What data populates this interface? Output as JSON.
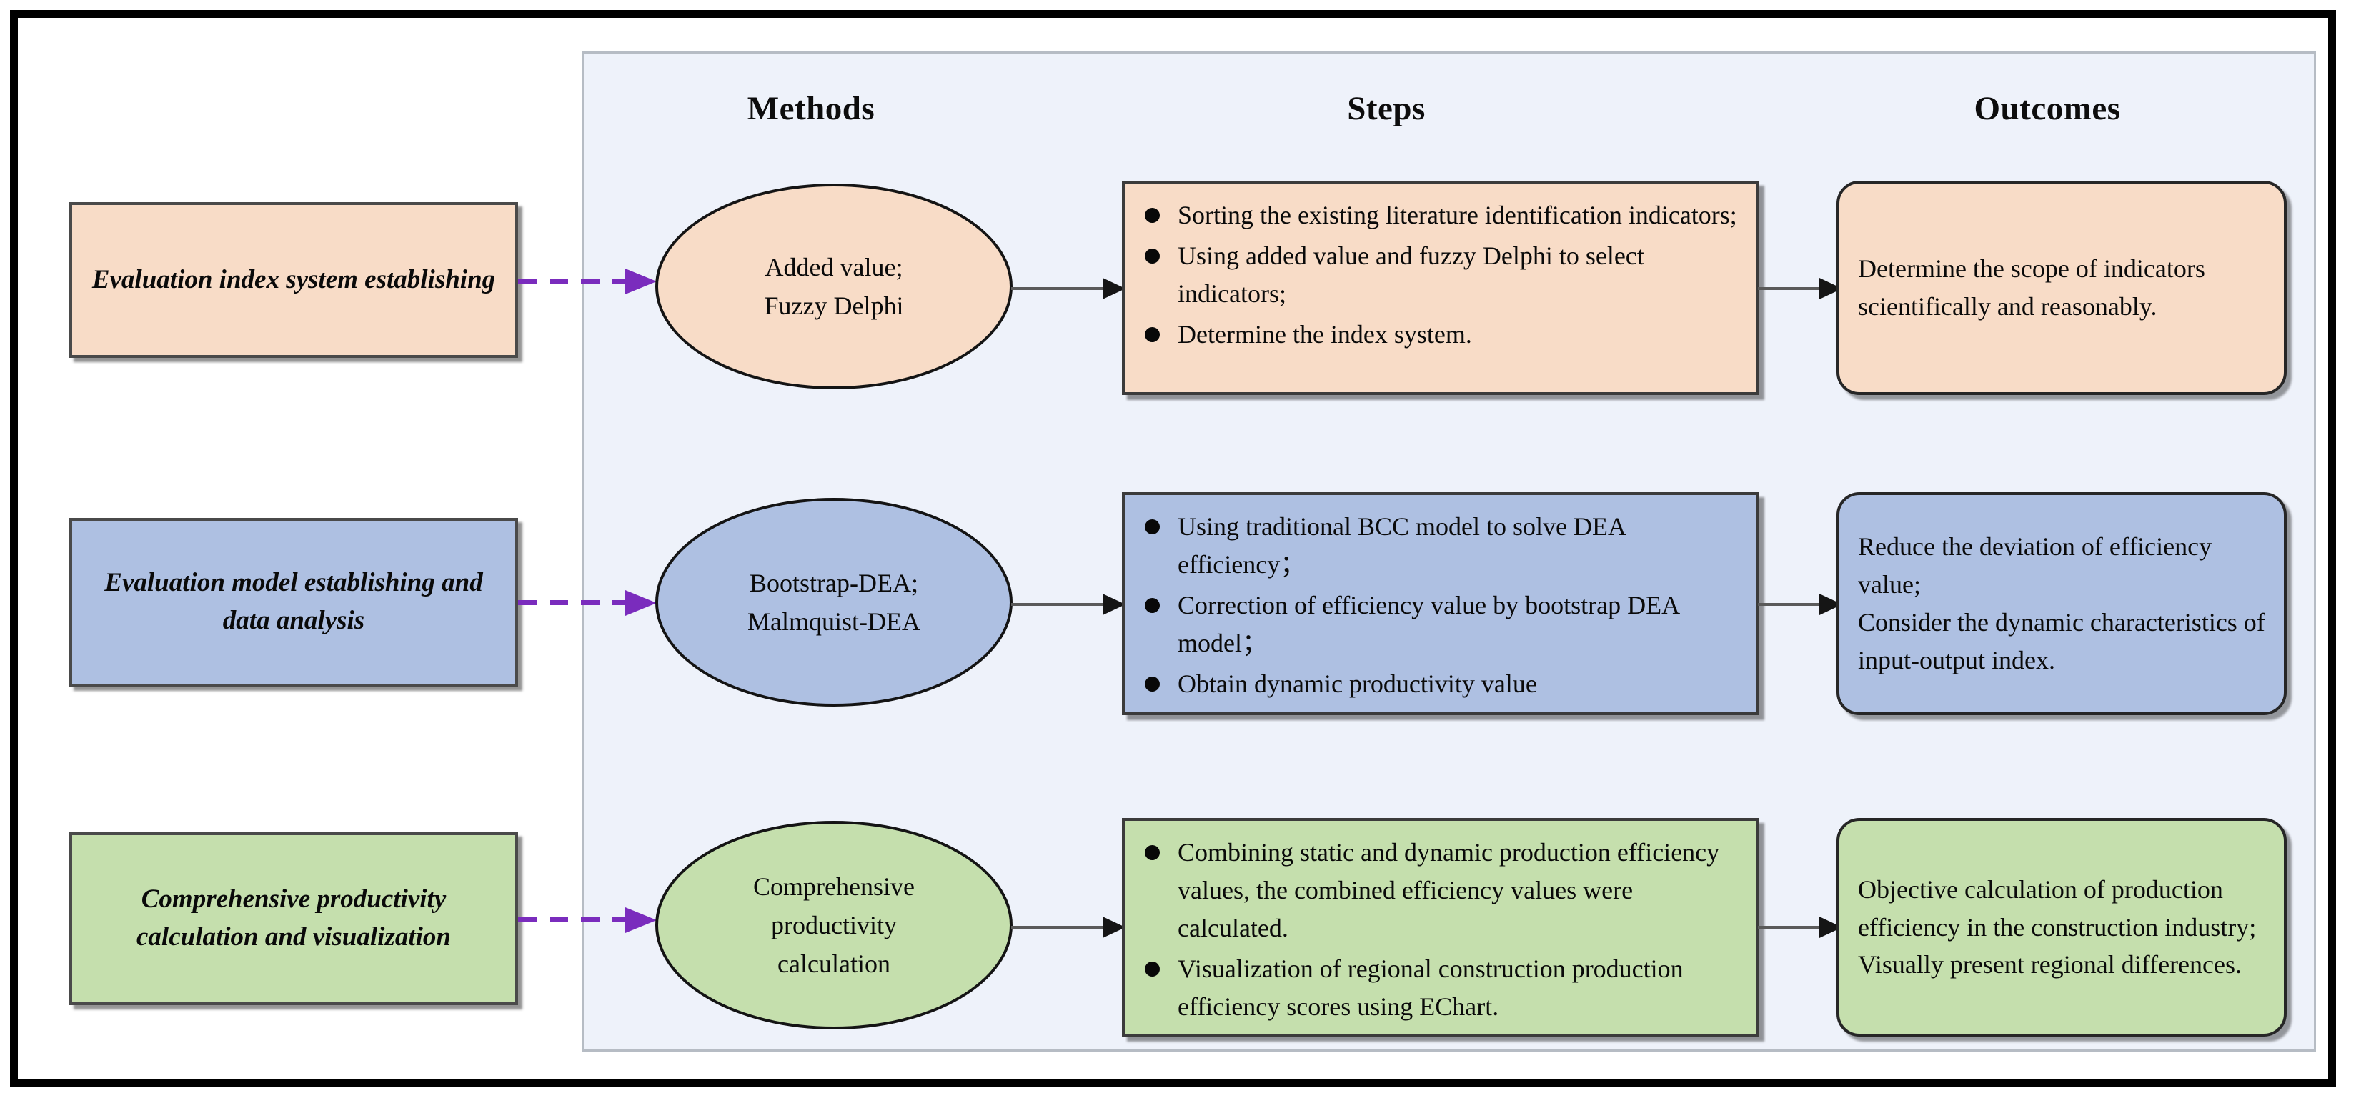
{
  "colors": {
    "frame_border": "#000000",
    "panel_bg": "#eef2fa",
    "panel_border": "#b6bcc4",
    "row1_fill": "#f8dcc7",
    "row2_fill": "#aec0e2",
    "row3_fill": "#c5dfad",
    "dashed_arrow": "#7a2cbd",
    "solid_arrow": "#5a5a5a",
    "text": "#0a0a0a"
  },
  "headers": {
    "methods": "Methods",
    "steps": "Steps",
    "outcomes": "Outcomes"
  },
  "rows": [
    {
      "stage": "Evaluation index system establishing",
      "method": "Added value;\nFuzzy Delphi",
      "steps": [
        "Sorting the existing literature identification indicators;",
        "Using added value and fuzzy Delphi to select indicators;",
        "Determine the index system."
      ],
      "outcome": "Determine the scope of indicators scientifically and reasonably."
    },
    {
      "stage": "Evaluation model establishing and data analysis",
      "method": "Bootstrap-DEA;\nMalmquist-DEA",
      "steps": [
        "Using traditional BCC model to solve DEA efficiency；",
        "Correction of efficiency value by bootstrap DEA model；",
        "Obtain dynamic productivity value"
      ],
      "outcome": "Reduce the deviation of efficiency value;\nConsider the dynamic characteristics of input-output index."
    },
    {
      "stage": "Comprehensive productivity calculation and visualization",
      "method": "Comprehensive\nproductivity\ncalculation",
      "steps": [
        "Combining static and dynamic production efficiency values, the combined efficiency values were calculated.",
        "Visualization of regional construction production efficiency scores using EChart."
      ],
      "outcome": "Objective calculation of production efficiency in the construction industry;\nVisually present regional differences."
    }
  ],
  "connectors": {
    "stage_to_method": "dashed-purple-arrow",
    "method_to_steps": "solid-grey-arrow",
    "steps_to_outcome": "solid-grey-arrow"
  }
}
